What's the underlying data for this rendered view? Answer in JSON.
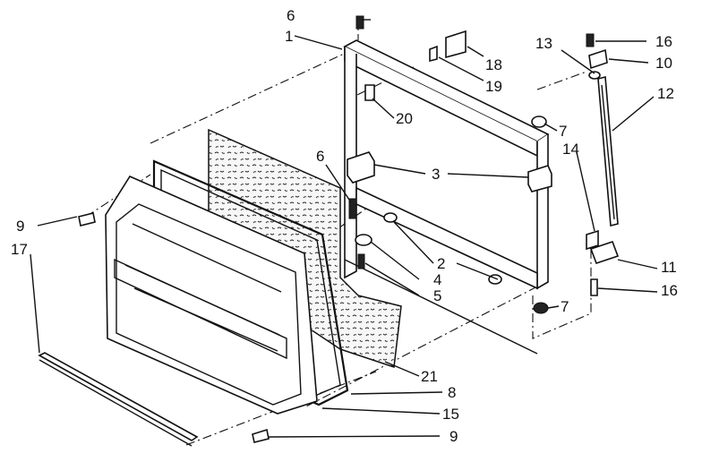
{
  "labels": {
    "l1": "1",
    "l2": "2",
    "l3": "3",
    "l4": "4",
    "l5": "5",
    "l6a": "6",
    "l6b": "6",
    "l7a": "7",
    "l7b": "7",
    "l8": "8",
    "l9a": "9",
    "l9b": "9",
    "l10": "10",
    "l11": "11",
    "l12": "12",
    "l13": "13",
    "l14": "14",
    "l15": "15",
    "l16a": "16",
    "l16b": "16",
    "l17": "17",
    "l18": "18",
    "l19": "19",
    "l20": "20",
    "l21": "21"
  },
  "colors": {
    "ink": "#111111",
    "paper": "#ffffff"
  }
}
